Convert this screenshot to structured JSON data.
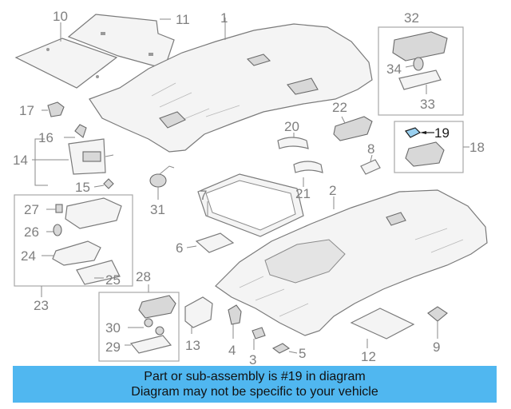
{
  "diagram": {
    "highlight_color": "#50b7f0",
    "parts": [
      {
        "id": "p1",
        "label": "1"
      },
      {
        "id": "p2",
        "label": "2"
      },
      {
        "id": "p3",
        "label": "3"
      },
      {
        "id": "p4",
        "label": "4"
      },
      {
        "id": "p5",
        "label": "5"
      },
      {
        "id": "p6",
        "label": "6"
      },
      {
        "id": "p7",
        "label": "7"
      },
      {
        "id": "p8",
        "label": "8"
      },
      {
        "id": "p9",
        "label": "9"
      },
      {
        "id": "p10",
        "label": "10"
      },
      {
        "id": "p11",
        "label": "11"
      },
      {
        "id": "p12",
        "label": "12"
      },
      {
        "id": "p13",
        "label": "13"
      },
      {
        "id": "p14",
        "label": "14"
      },
      {
        "id": "p15",
        "label": "15"
      },
      {
        "id": "p16",
        "label": "16"
      },
      {
        "id": "p17",
        "label": "17"
      },
      {
        "id": "p18",
        "label": "18"
      },
      {
        "id": "p19",
        "label": "19"
      },
      {
        "id": "p20",
        "label": "20"
      },
      {
        "id": "p21",
        "label": "21"
      },
      {
        "id": "p22",
        "label": "22"
      },
      {
        "id": "p23",
        "label": "23"
      },
      {
        "id": "p24",
        "label": "24"
      },
      {
        "id": "p25",
        "label": "25"
      },
      {
        "id": "p26",
        "label": "26"
      },
      {
        "id": "p27",
        "label": "27"
      },
      {
        "id": "p28",
        "label": "28"
      },
      {
        "id": "p29",
        "label": "29"
      },
      {
        "id": "p30",
        "label": "30"
      },
      {
        "id": "p31",
        "label": "31"
      },
      {
        "id": "p32",
        "label": "32"
      },
      {
        "id": "p33",
        "label": "33"
      },
      {
        "id": "p34",
        "label": "34"
      }
    ],
    "highlighted_part": "19"
  },
  "banner": {
    "line1": "Part or sub-assembly is #19 in diagram",
    "line2": "Diagram may not be specific to your vehicle",
    "background": "#50b7f0"
  }
}
